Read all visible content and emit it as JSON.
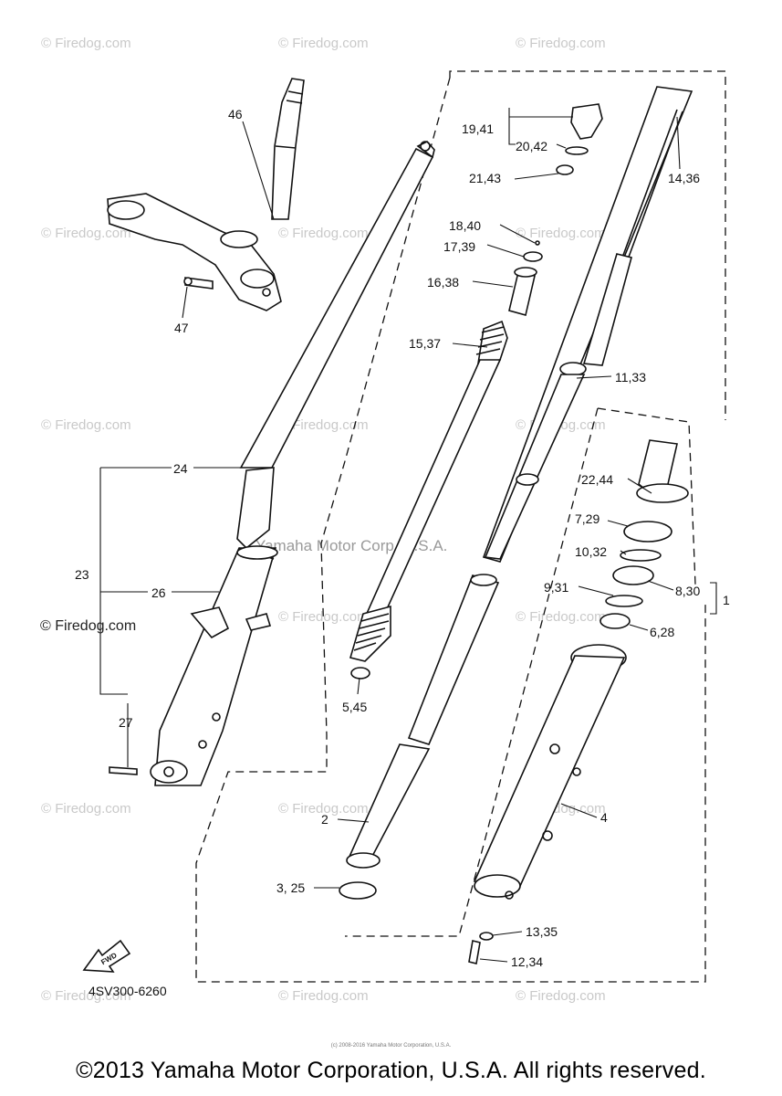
{
  "diagram": {
    "watermark_text": "© Firedog.com",
    "center_watermark": "Yamaha Motor Corp. U.S.A.",
    "left_watermark": "© Firedog.com",
    "part_labels": {
      "p46": "46",
      "p47": "47",
      "p19_41": "19,41",
      "p20_42": "20,42",
      "p21_43": "21,43",
      "p14_36": "14,36",
      "p18_40": "18,40",
      "p17_39": "17,39",
      "p16_38": "16,38",
      "p15_37": "15,37",
      "p11_33": "11,33",
      "p24": "24",
      "p23": "23",
      "p26": "26",
      "p27": "27",
      "p22_44": "22,44",
      "p7_29": "7,29",
      "p10_32": "10,32",
      "p9_31": "9,31",
      "p8_30": "8,30",
      "p1": "1",
      "p6_28": "6,28",
      "p5_45": "5,45",
      "p2": "2",
      "p4": "4",
      "p3_25": "3, 25",
      "p13_35": "13,35",
      "p12_34": "12,34"
    },
    "fwd_label": "FWD",
    "diagram_code": "4SV300-6260"
  },
  "footer": {
    "tiny_text": "(c) 2008-2016 Yamaha Motor Corporation, U.S.A.",
    "copyright": "©2013 Yamaha Motor Corporation, U.S.A. All rights reserved."
  }
}
